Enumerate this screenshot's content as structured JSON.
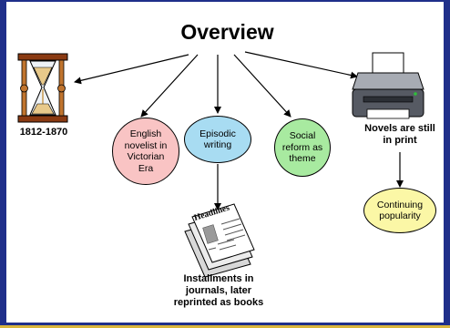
{
  "title": "Overview",
  "hourglass_caption": "1812-1870",
  "nodes": {
    "novelist": "English novelist in Victorian Era",
    "episodic": "Episodic writing",
    "reform": "Social reform as theme",
    "popularity": "Continuing popularity"
  },
  "printer_caption": "Novels are still in print",
  "newspaper_masthead": "Headlines",
  "newspaper_caption": "Installments in journals, later reprinted as books",
  "colors": {
    "frame": "#1f2f8a",
    "frame_accent": "#d9b53c",
    "novelist_fill": "#f9c4c4",
    "episodic_fill": "#a8dcf2",
    "reform_fill": "#a8eaa0",
    "popularity_fill": "#fbf7a6"
  },
  "icons": [
    "hourglass-icon",
    "printer-icon",
    "newspaper-icon"
  ]
}
